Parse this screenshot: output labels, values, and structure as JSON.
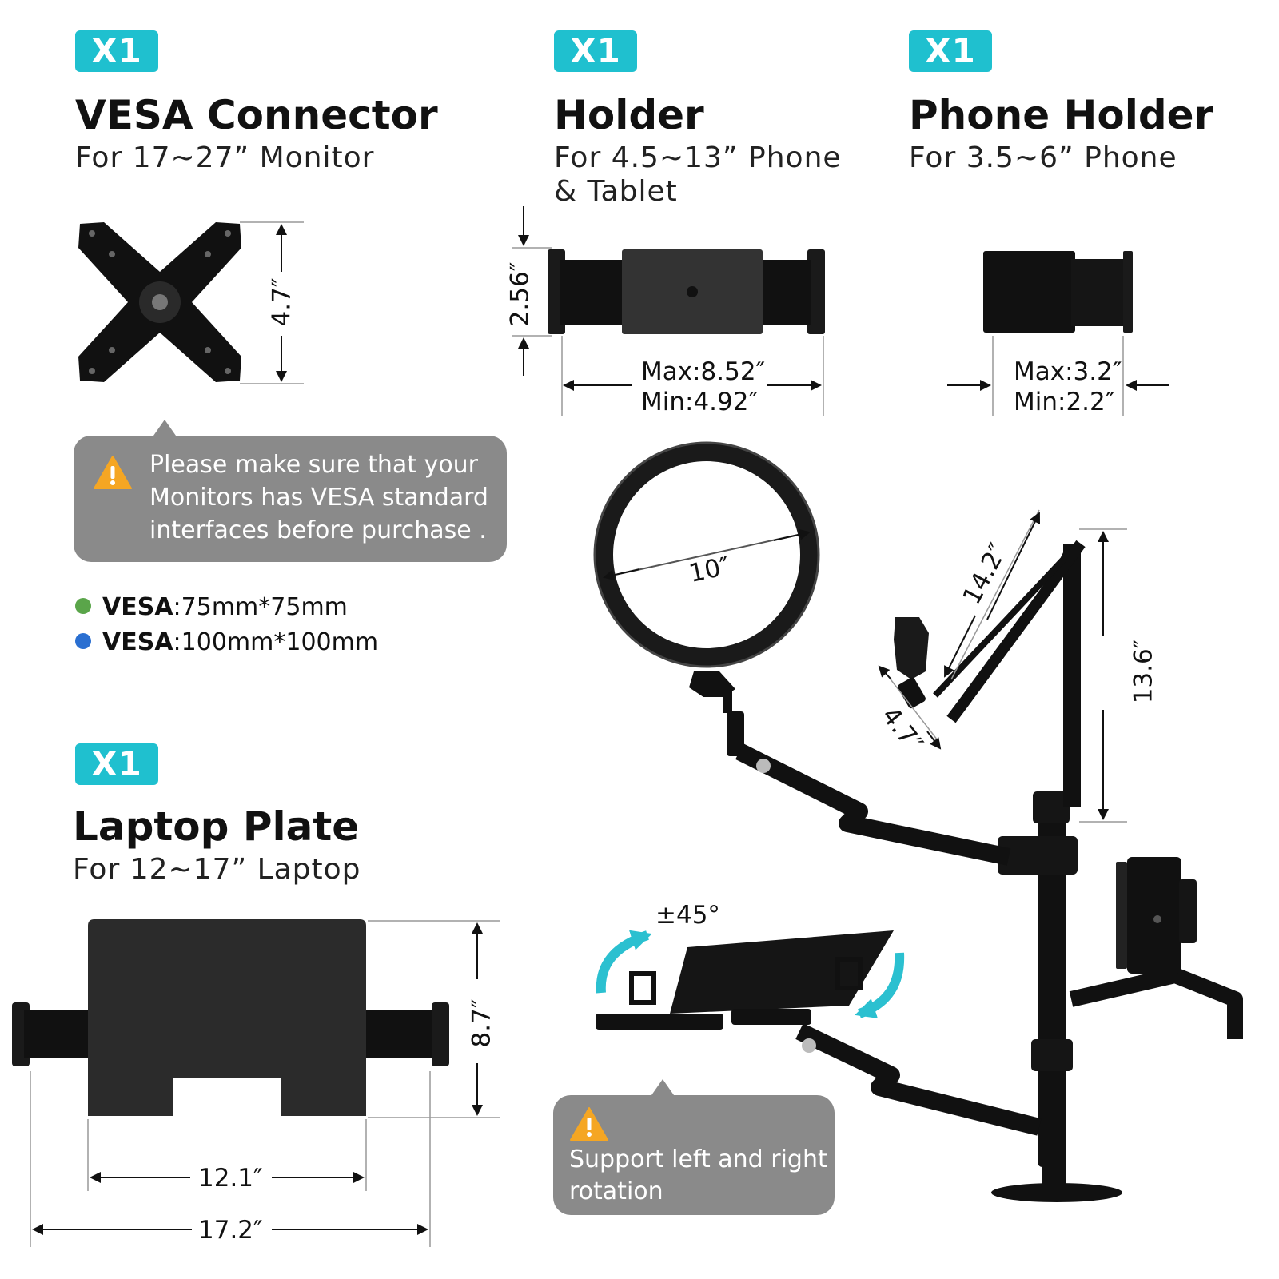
{
  "colors": {
    "badge": "#1fc0cf",
    "note_bg": "#8a8a8a",
    "warning": "#f5a623",
    "vesa75_dot": "#5aa54a",
    "vesa100_dot": "#2a6fd1",
    "rotation_arrow": "#2bc0d0"
  },
  "items": [
    {
      "badge": "X1",
      "title": "VESA Connector",
      "subtitle": "For 17~27” Monitor"
    },
    {
      "badge": "X1",
      "title": "Holder",
      "subtitle_line1": "For 4.5~13” Phone",
      "subtitle_line2": "& Tablet"
    },
    {
      "badge": "X1",
      "title": "Phone Holder",
      "subtitle": "For 3.5~6” Phone"
    },
    {
      "badge": "X1",
      "title": "Laptop Plate",
      "subtitle": "For 12~17” Laptop"
    }
  ],
  "dimensions": {
    "vesa_height": "4.7″",
    "holder_height": "2.56″",
    "holder_max": "Max:8.52″",
    "holder_min": "Min:4.92″",
    "phone_max": "Max:3.2″",
    "phone_min": "Min:2.2″",
    "ring_diameter": "10″",
    "arm_length": "14.2″",
    "clip_length": "4.7″",
    "pole_height": "13.6″",
    "laptop_height": "8.7″",
    "laptop_width": "12.1″",
    "laptop_width_extended": "17.2″",
    "rotation": "±45°"
  },
  "notes": {
    "vesa_warning": [
      "Please make sure that your",
      "Monitors has VESA standard",
      "interfaces before purchase ."
    ],
    "rotation_warning": [
      "Support left and right",
      "rotation"
    ]
  },
  "vesa_specs": [
    {
      "label": "VESA",
      "value": ":75mm*75mm",
      "icon": "green-dot-icon"
    },
    {
      "label": "VESA",
      "value": ":100mm*100mm",
      "icon": "blue-dot-icon"
    }
  ]
}
